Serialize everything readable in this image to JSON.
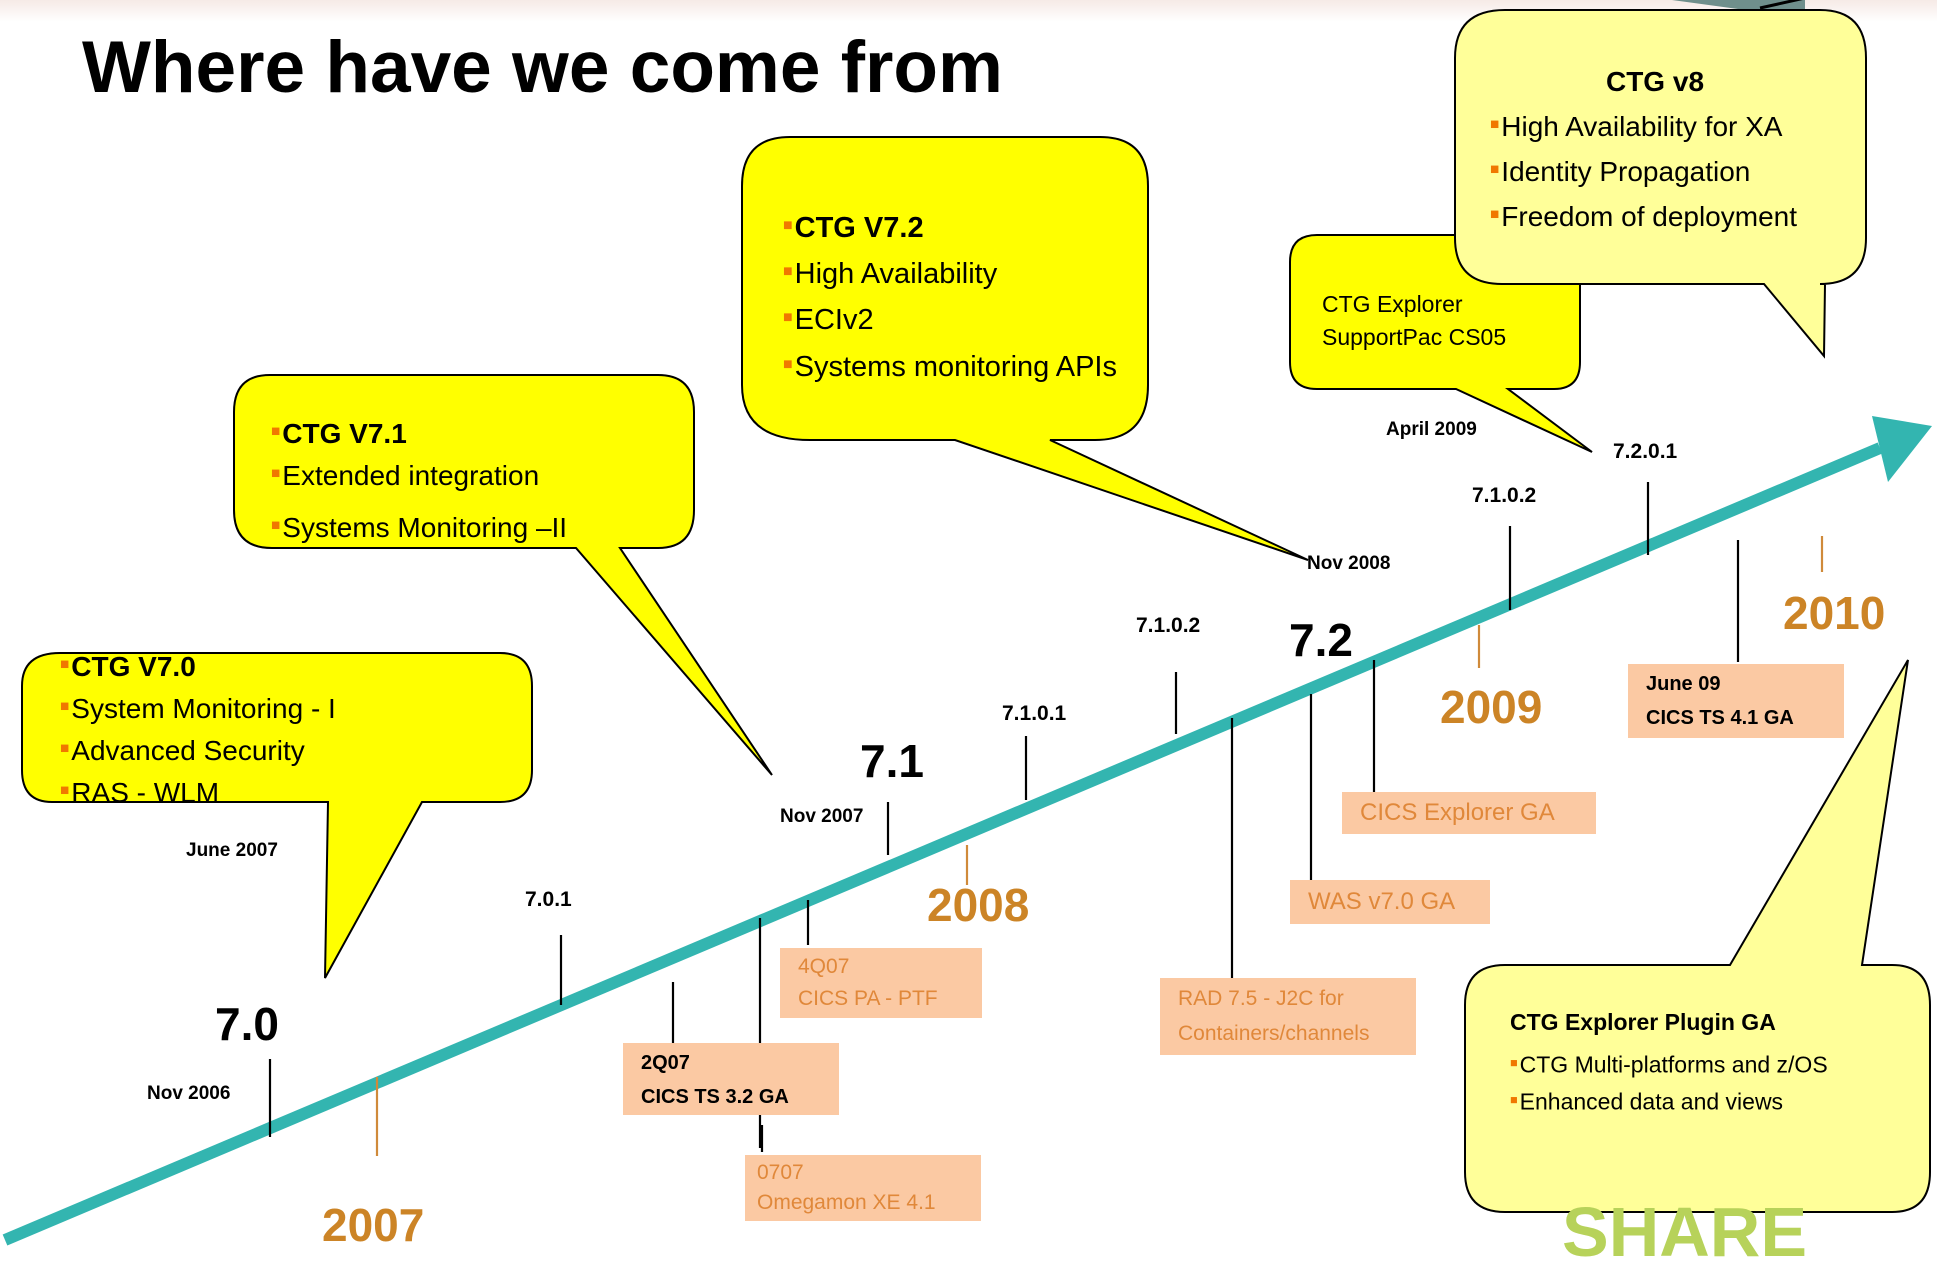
{
  "title": "Where have we come from",
  "callouts": {
    "v70": {
      "head": "CTG V7.0",
      "items": [
        "System Monitoring - I",
        "Advanced Security",
        "RAS - WLM"
      ]
    },
    "v71": {
      "head": "CTG V7.1",
      "items": [
        "Extended integration",
        "Systems Monitoring –II"
      ]
    },
    "v72": {
      "head": "CTG V7.2",
      "items": [
        "High Availability",
        "ECIv2",
        "Systems monitoring APIs"
      ]
    },
    "explorer": {
      "lines": [
        "CTG Explorer",
        "SupportPac CS05"
      ]
    },
    "v8": {
      "head": "CTG v8",
      "items": [
        "High Availability for XA",
        "Identity Propagation",
        "Freedom of deployment"
      ]
    },
    "plugin": {
      "head": "CTG Explorer Plugin GA",
      "items": [
        "CTG Multi-platforms and z/OS",
        "Enhanced data and views"
      ]
    }
  },
  "dates": {
    "june2007": "June 2007",
    "nov2006": "Nov 2006",
    "nov2007": "Nov 2007",
    "nov2008": "Nov 2008",
    "april2009": "April 2009"
  },
  "versions": {
    "v70": "7.0",
    "v701": "7.0.1",
    "v71": "7.1",
    "v7101": "7.1.0.1",
    "v7102a": "7.1.0.2",
    "v72": "7.2",
    "v7102b": "7.1.0.2",
    "v7201": "7.2.0.1"
  },
  "years": {
    "y2007": "2007",
    "y2008": "2008",
    "y2009": "2009",
    "y2010": "2010"
  },
  "boxes": {
    "q4_07": [
      "4Q07",
      "CICS PA - PTF"
    ],
    "q2_07": [
      "2Q07",
      "CICS TS 3.2 GA"
    ],
    "omegamon": [
      "0707",
      "Omegamon XE 4.1"
    ],
    "rad": [
      "RAD 7.5  - J2C for",
      "Containers/channels"
    ],
    "was": [
      "WAS v7.0 GA"
    ],
    "cics_explorer": [
      "CICS Explorer GA"
    ],
    "june09": [
      "June 09",
      "CICS TS 4.1 GA"
    ]
  },
  "brand": "SHARE",
  "colors": {
    "callout_yellow": "#ffff00",
    "callout_pale": "#ffff99",
    "arrow_teal": "#33b5b0",
    "box_peach": "#fbc9a3",
    "year_orange": "#cc8426",
    "bullet_orange": "#f07800"
  }
}
